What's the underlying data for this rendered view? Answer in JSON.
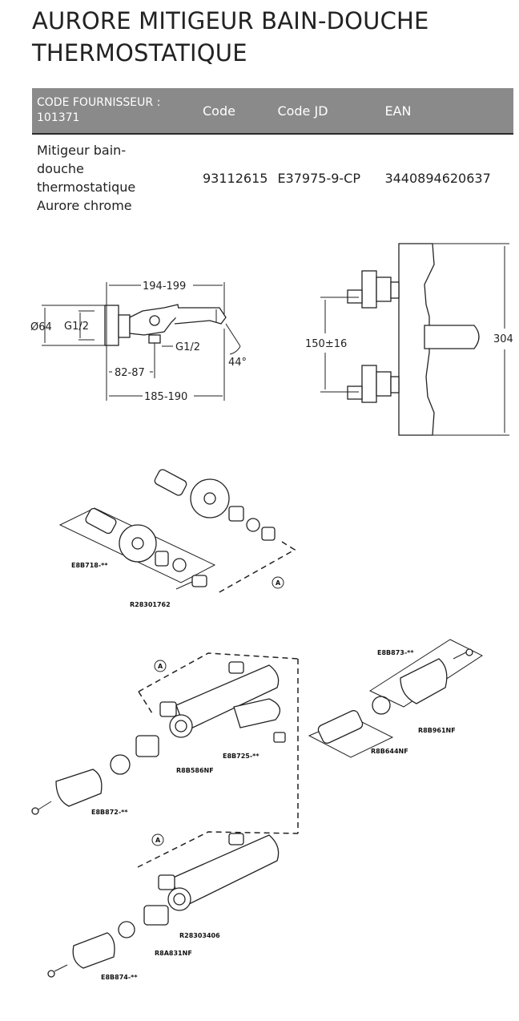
{
  "title_line1": "AURORE MITIGEUR BAIN-DOUCHE",
  "title_line2": "THERMOSTATIQUE",
  "table": {
    "headers": [
      "CODE FOURNISSEUR : 101371",
      "Code",
      "Code JD",
      "EAN"
    ],
    "row": {
      "description": "Mitigeur bain-douche thermostatique Aurore chrome",
      "code": "93112615",
      "code_jd": "E37975-9-CP",
      "ean": "3440894620637"
    }
  },
  "side_view": {
    "dim_top": "194-199",
    "dim_diameter": "Ø64",
    "dim_inlet": "G1/2",
    "dim_outlet": "G1/2",
    "dim_mid": "82-87",
    "dim_bottom": "185-190",
    "angle": "44°"
  },
  "front_view": {
    "dim_spacing": "150±16",
    "dim_height": "304"
  },
  "parts": {
    "e8b718": "E8B718-**",
    "r28301762": "R28301762",
    "e8b873": "E8B873-**",
    "r8b961nf": "R8B961NF",
    "r8b644nf": "R8B644NF",
    "e8b725": "E8B725-**",
    "r8b586nf": "R8B586NF",
    "e8b872": "E8B872-**",
    "r28303406": "R28303406",
    "r8a831nf": "R8A831NF",
    "e8b874": "E8B874-**",
    "marker": "A"
  }
}
